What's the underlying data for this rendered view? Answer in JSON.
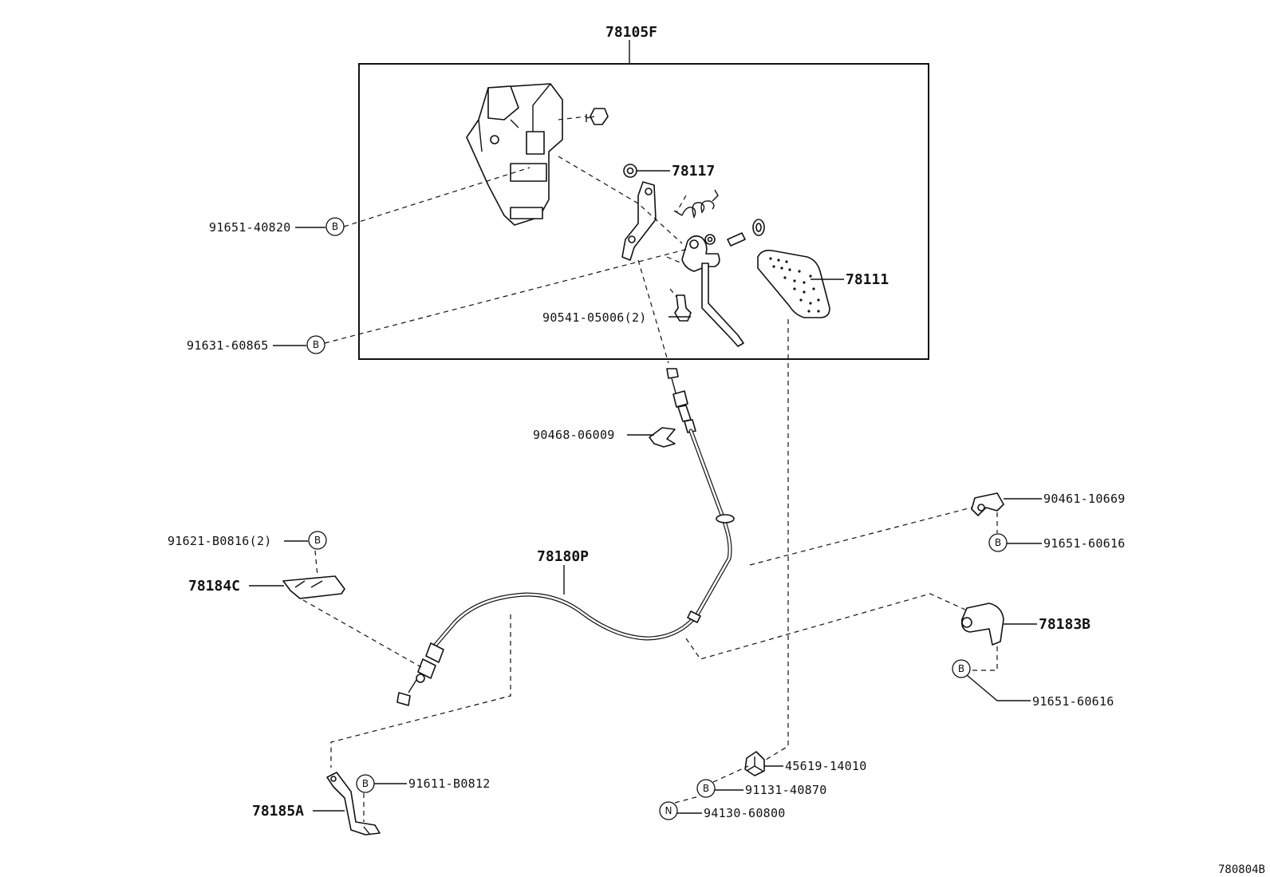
{
  "assembly_label": "78105F",
  "labels": {
    "l78117": "78117",
    "l78111": "78111",
    "l9165140820": "91651-40820",
    "l9163160865": "91631-60865",
    "l9054105006": "90541-05006(2)",
    "l9046806009": "90468-06009",
    "l78180P": "78180P",
    "l9162108816": "91621-B0816(2)",
    "l78184C": "78184C",
    "l9046110669": "90461-10669",
    "l9165160616a": "91651-60616",
    "l78183B": "78183B",
    "l9165160616b": "91651-60616",
    "l78185A": "78185A",
    "l9161108812": "91611-B0812",
    "l4561914010": "45619-14010",
    "l9113140870": "91131-40870",
    "l9413060800": "94130-60800"
  },
  "markers": {
    "b": "B",
    "n": "N"
  },
  "drawing_ref": "780804B"
}
